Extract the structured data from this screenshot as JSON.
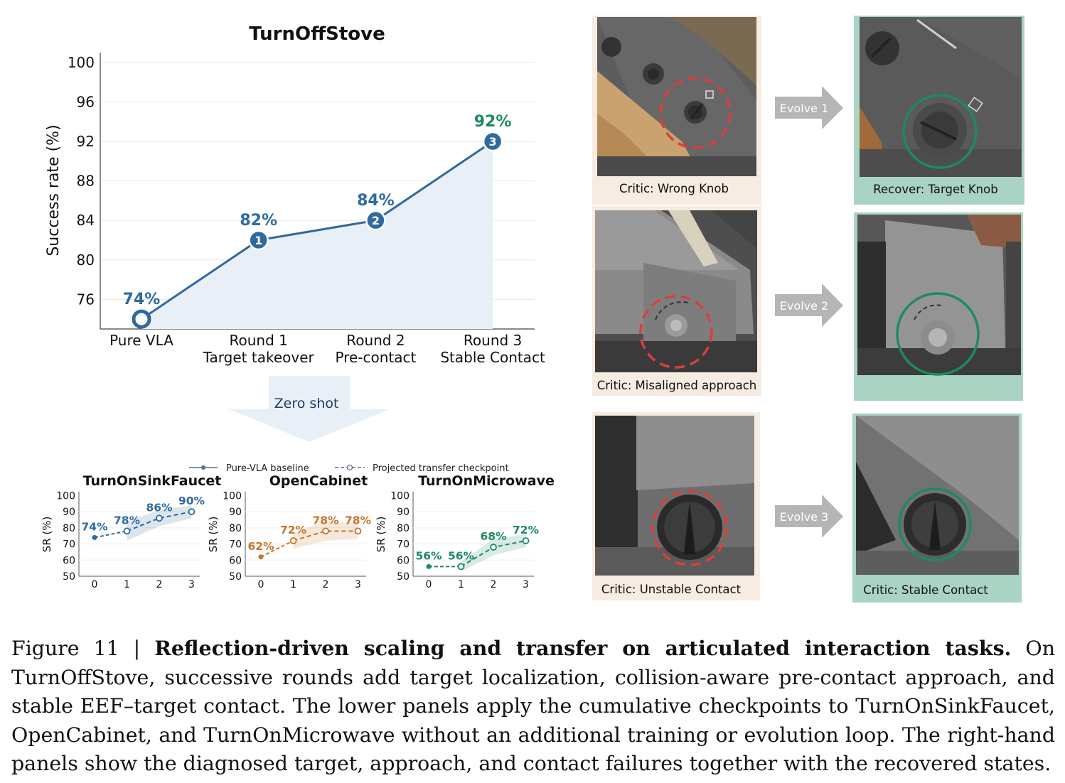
{
  "main_chart": {
    "title": "TurnOffStove",
    "ylabel": "Success rate (%)",
    "yticks": [
      "100",
      "96",
      "92",
      "88",
      "84",
      "80",
      "76"
    ],
    "x_labels": [
      [
        "Pure VLA"
      ],
      [
        "Round 1",
        "Target takeover"
      ],
      [
        "Round 2",
        "Pre-contact"
      ],
      [
        "Round 3",
        "Stable Contact"
      ]
    ],
    "point_labels": [
      "74%",
      "82%",
      "84%",
      "92%"
    ],
    "markers": [
      "",
      "1",
      "2",
      "3"
    ]
  },
  "zero_shot_label": "Zero shot",
  "legend": {
    "baseline": "Pure-VLA baseline",
    "projected": "Projected transfer checkpoint"
  },
  "small_ylabel": "SR (%)",
  "small_yticks": [
    "100",
    "90",
    "80",
    "70",
    "60",
    "50"
  ],
  "small_xticks": [
    "0",
    "1",
    "2",
    "3"
  ],
  "chart_data": [
    {
      "type": "line",
      "title": "TurnOffStove",
      "ylabel": "Success rate (%)",
      "categories": [
        "Pure VLA",
        "Round 1 Target takeover",
        "Round 2 Pre-contact",
        "Round 3 Stable Contact"
      ],
      "values": [
        74,
        82,
        84,
        92
      ],
      "ylim": [
        73,
        101
      ],
      "grid": true,
      "shaded_area": true,
      "color": "#2f6a9e",
      "highlight_color": "#1f8a5e"
    },
    {
      "type": "line",
      "title": "TurnOnSinkFaucet",
      "ylabel": "SR (%)",
      "x": [
        0,
        1,
        2,
        3
      ],
      "values": [
        74,
        78,
        86,
        90
      ],
      "labels": [
        "74%",
        "78%",
        "86%",
        "90%"
      ],
      "ylim": [
        50,
        100
      ],
      "color": "#2f6a9e"
    },
    {
      "type": "line",
      "title": "OpenCabinet",
      "ylabel": "SR (%)",
      "x": [
        0,
        1,
        2,
        3
      ],
      "values": [
        62,
        72,
        78,
        78
      ],
      "labels": [
        "62%",
        "72%",
        "78%",
        "78%"
      ],
      "ylim": [
        50,
        100
      ],
      "color": "#c9742a"
    },
    {
      "type": "line",
      "title": "TurnOnMicrowave",
      "ylabel": "SR (%)",
      "x": [
        0,
        1,
        2,
        3
      ],
      "values": [
        56,
        56,
        68,
        72
      ],
      "labels": [
        "56%",
        "56%",
        "68%",
        "72%"
      ],
      "ylim": [
        50,
        100
      ],
      "color": "#1f8a5e"
    }
  ],
  "panels": [
    {
      "evolve": "Evolve 1",
      "critic": "Critic: Wrong Knob",
      "recover": "Recover: Target Knob"
    },
    {
      "evolve": "Evolve 2",
      "critic": "Critic: Misaligned approach",
      "recover": ""
    },
    {
      "evolve": "Evolve 3",
      "critic": "Critic: Unstable Contact",
      "recover": "Critic: Stable Contact"
    }
  ],
  "colors": {
    "critic_bg": "#f6ece1",
    "recover_bg": "#a9d3c3",
    "fail_circle": "#d8403a",
    "success_circle": "#1f8a5e",
    "arrow": "#b5b5b5"
  },
  "caption": {
    "prefix": "Figure 11 | ",
    "bold": "Reflection-driven scaling and transfer on articulated interaction tasks.",
    "text": " On TurnOffStove, successive rounds add target localization, collision-aware pre-contact approach, and stable EEF–target contact. The lower panels apply the cumulative checkpoints to TurnOnSinkFaucet, OpenCabinet, and TurnOnMicrowave without an additional training or evolution loop. The right-hand panels show the diagnosed target, approach, and contact failures together with the recovered states."
  }
}
